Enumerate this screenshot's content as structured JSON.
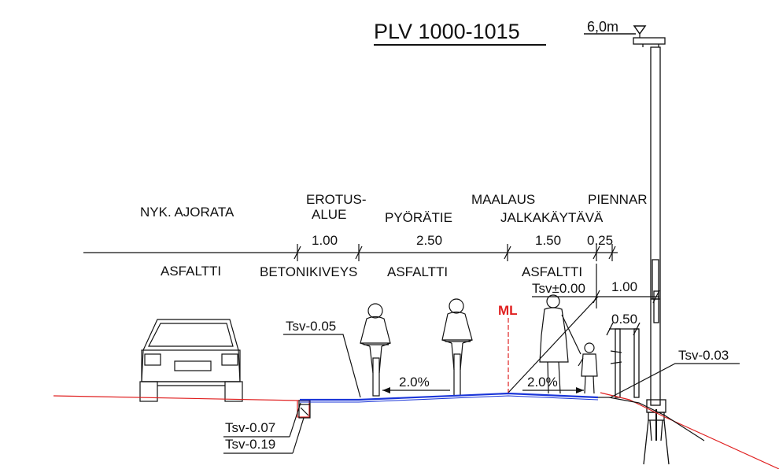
{
  "title": "PLV 1000-1015",
  "light_pole_height": "6,0m",
  "sections": {
    "road": "NYK. AJORATA",
    "separator": [
      "EROTUS-",
      "ALUE"
    ],
    "bikeway": "PYÖRÄTIE",
    "paint": "MAALAUS",
    "sidewalk": "JALKAKÄYTÄVÄ",
    "shoulder": "PIENNAR"
  },
  "widths": {
    "separator": "1.00",
    "bikeway": "2.50",
    "sidewalk": "1.50",
    "shoulder": "0.25",
    "pole_offset": "1.00",
    "post_offset": "0.50"
  },
  "materials": {
    "road": "ASFALTTI",
    "separator": "BETONIKIVEYS",
    "bikeway": "ASFALTTI",
    "sidewalk": "ASFALTTI"
  },
  "levels": {
    "top": "Tsv±0.00",
    "left_edge": "Tsv-0.05",
    "right_edge": "Tsv-0.03",
    "curb_top": "Tsv-0.07",
    "curb_bottom": "Tsv-0.19"
  },
  "slopes": {
    "bikeway": "2.0%",
    "sidewalk": "2.0%"
  },
  "ml_label": "ML",
  "colors": {
    "ground_line": "#e02020",
    "surface_line": "#1a35d8",
    "ink": "#111111"
  }
}
